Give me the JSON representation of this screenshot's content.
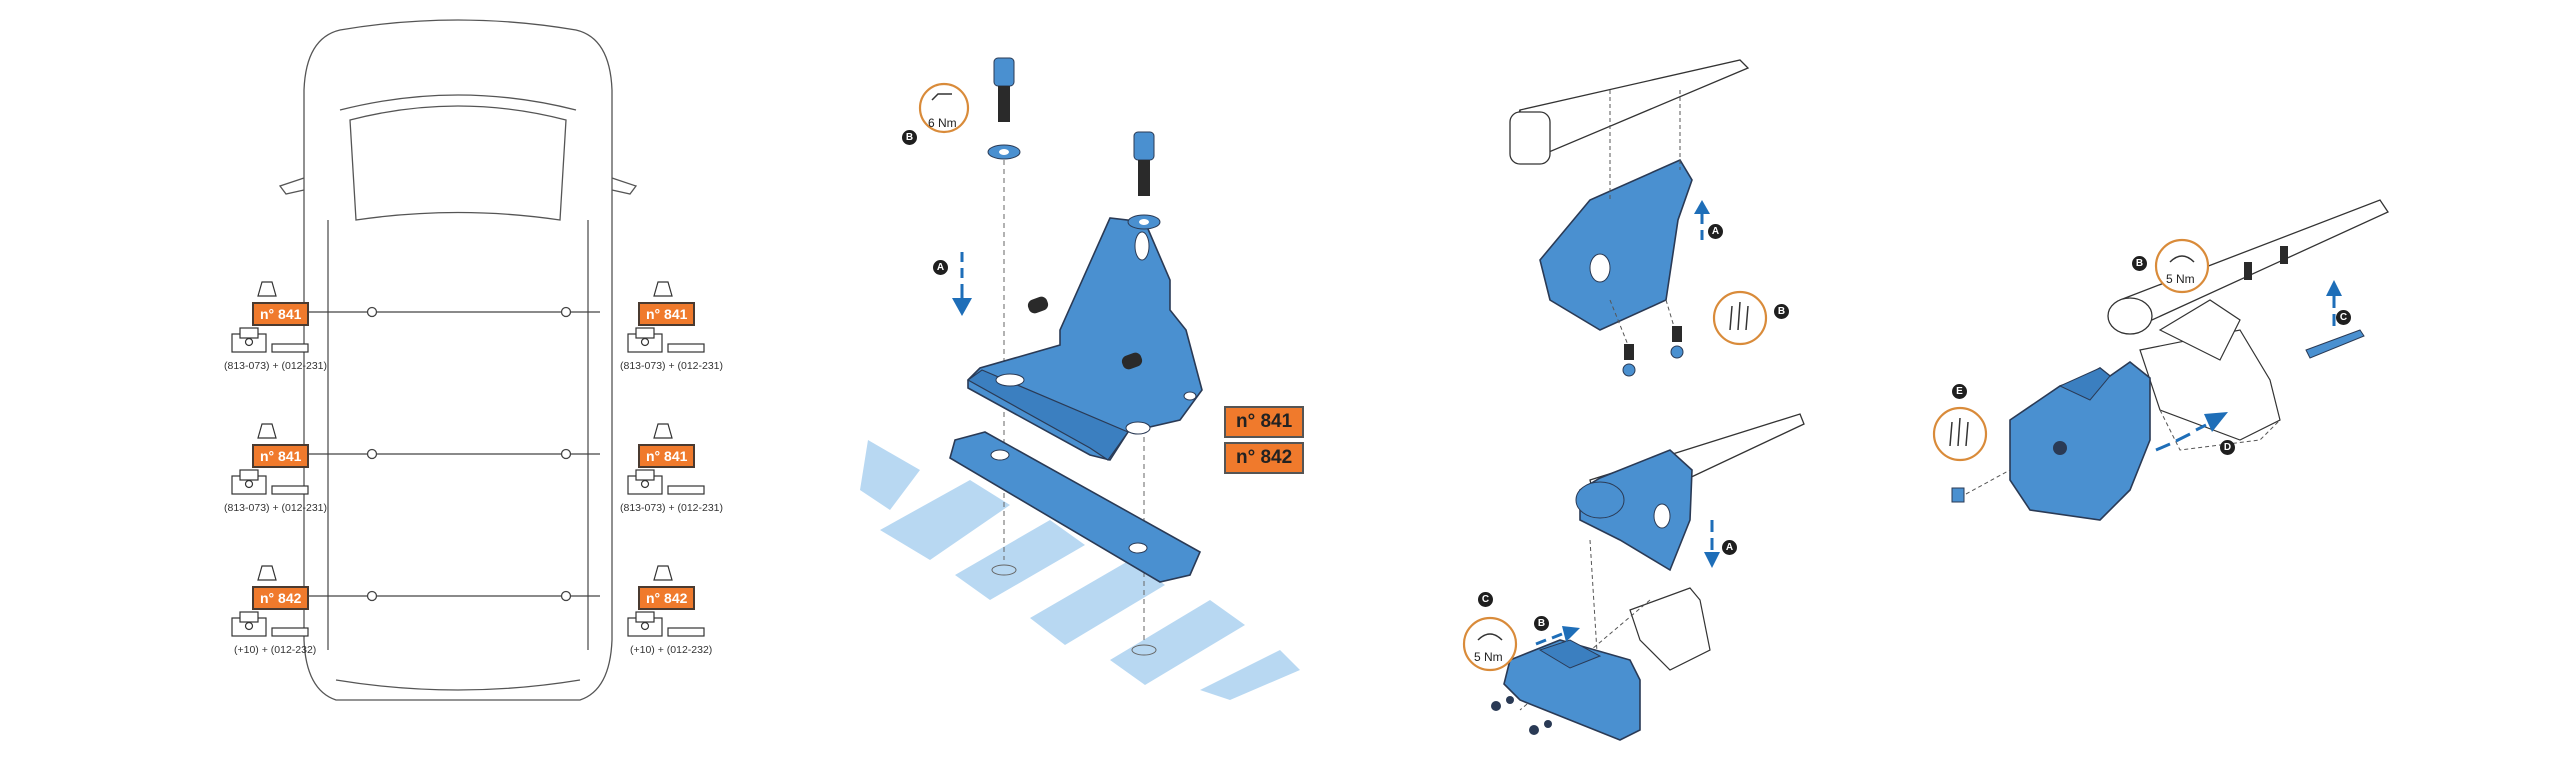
{
  "colors": {
    "accent_orange": "#f07a2c",
    "part_blue": "#4a90d0",
    "stripe_blue": "#b8d8f2",
    "outline": "#2a3a55",
    "arrow_blue": "#1e6eb8",
    "torque_circle": "#d98b3a"
  },
  "panel1": {
    "left_slots": [
      {
        "tag": "n° 841",
        "code": "(813-073) + (012-231)"
      },
      {
        "tag": "n° 841",
        "code": "(813-073) + (012-231)"
      },
      {
        "tag": "n° 842",
        "code": "(+10) + (012-232)"
      }
    ],
    "right_slots": [
      {
        "tag": "n° 841",
        "code": "(813-073) + (012-231)"
      },
      {
        "tag": "n° 841",
        "code": "(813-073) + (012-231)"
      },
      {
        "tag": "n° 842",
        "code": "(+10) + (012-232)"
      }
    ]
  },
  "panel2": {
    "step_a": "A",
    "step_b": "B",
    "torque": "6 Nm",
    "tags": [
      "n° 841",
      "n° 842"
    ]
  },
  "panel3": {
    "step_a_top": "A",
    "step_b_top": "B",
    "step_a_bottom": "A",
    "step_b_bottom": "B",
    "step_c_bottom": "C",
    "torque": "5 Nm"
  },
  "panel4": {
    "step_b": "B",
    "step_c": "C",
    "step_d": "D",
    "step_e": "E",
    "torque": "5 Nm"
  }
}
